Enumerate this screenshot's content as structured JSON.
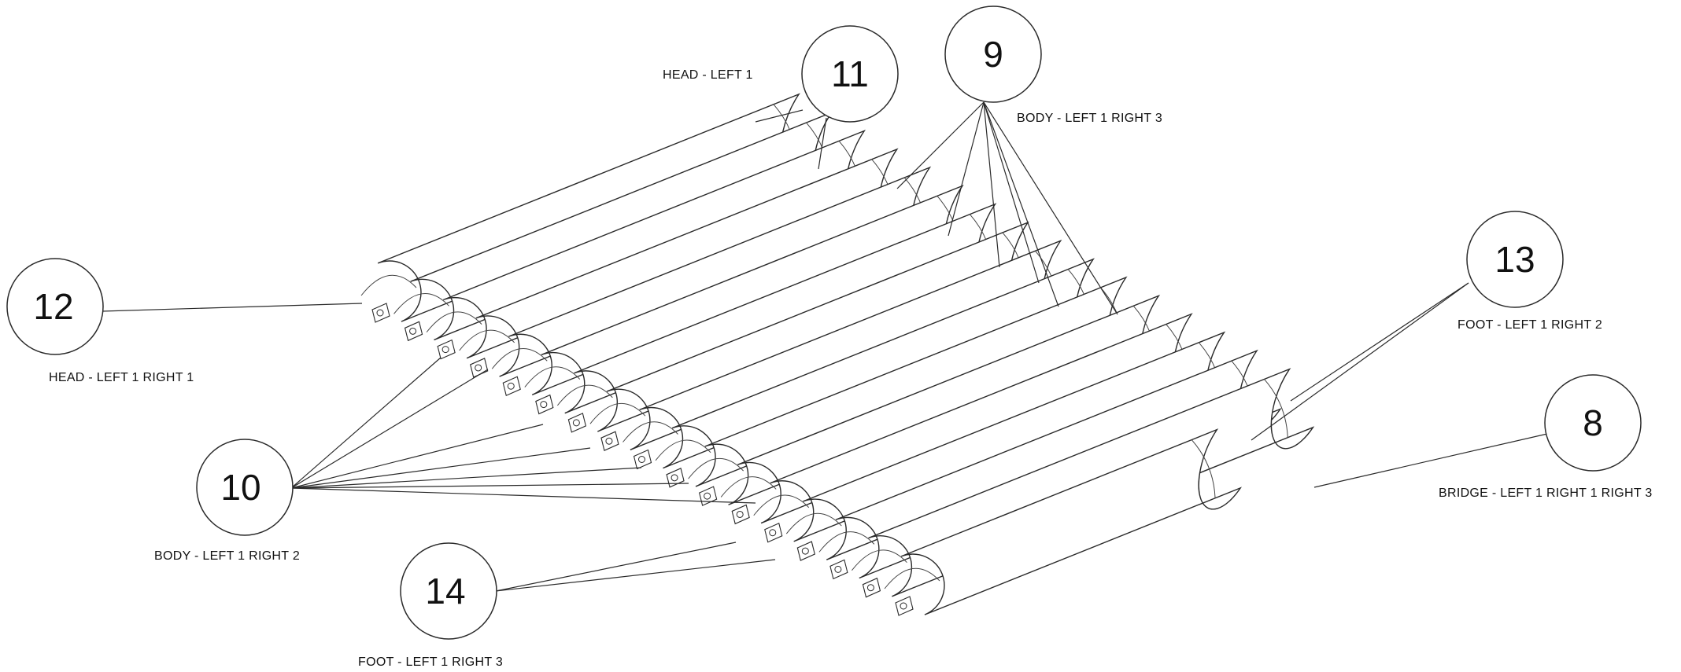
{
  "callouts": [
    {
      "id": "c11",
      "number": "11",
      "label": "HEAD - LEFT 1"
    },
    {
      "id": "c9",
      "number": "9",
      "label": "BODY - LEFT 1 RIGHT 3"
    },
    {
      "id": "c12",
      "number": "12",
      "label": "HEAD - LEFT 1 RIGHT 1"
    },
    {
      "id": "c13",
      "number": "13",
      "label": "FOOT - LEFT 1 RIGHT 2"
    },
    {
      "id": "c10",
      "number": "10",
      "label": "BODY - LEFT 1 RIGHT 2"
    },
    {
      "id": "c8",
      "number": "8",
      "label": "BRIDGE - LEFT 1 RIGHT 1 RIGHT 3"
    },
    {
      "id": "c14",
      "number": "14",
      "label": "FOOT - LEFT 1 RIGHT 3"
    }
  ],
  "tube_count": 17,
  "line_color": "#2a2a2a",
  "background": "#ffffff"
}
